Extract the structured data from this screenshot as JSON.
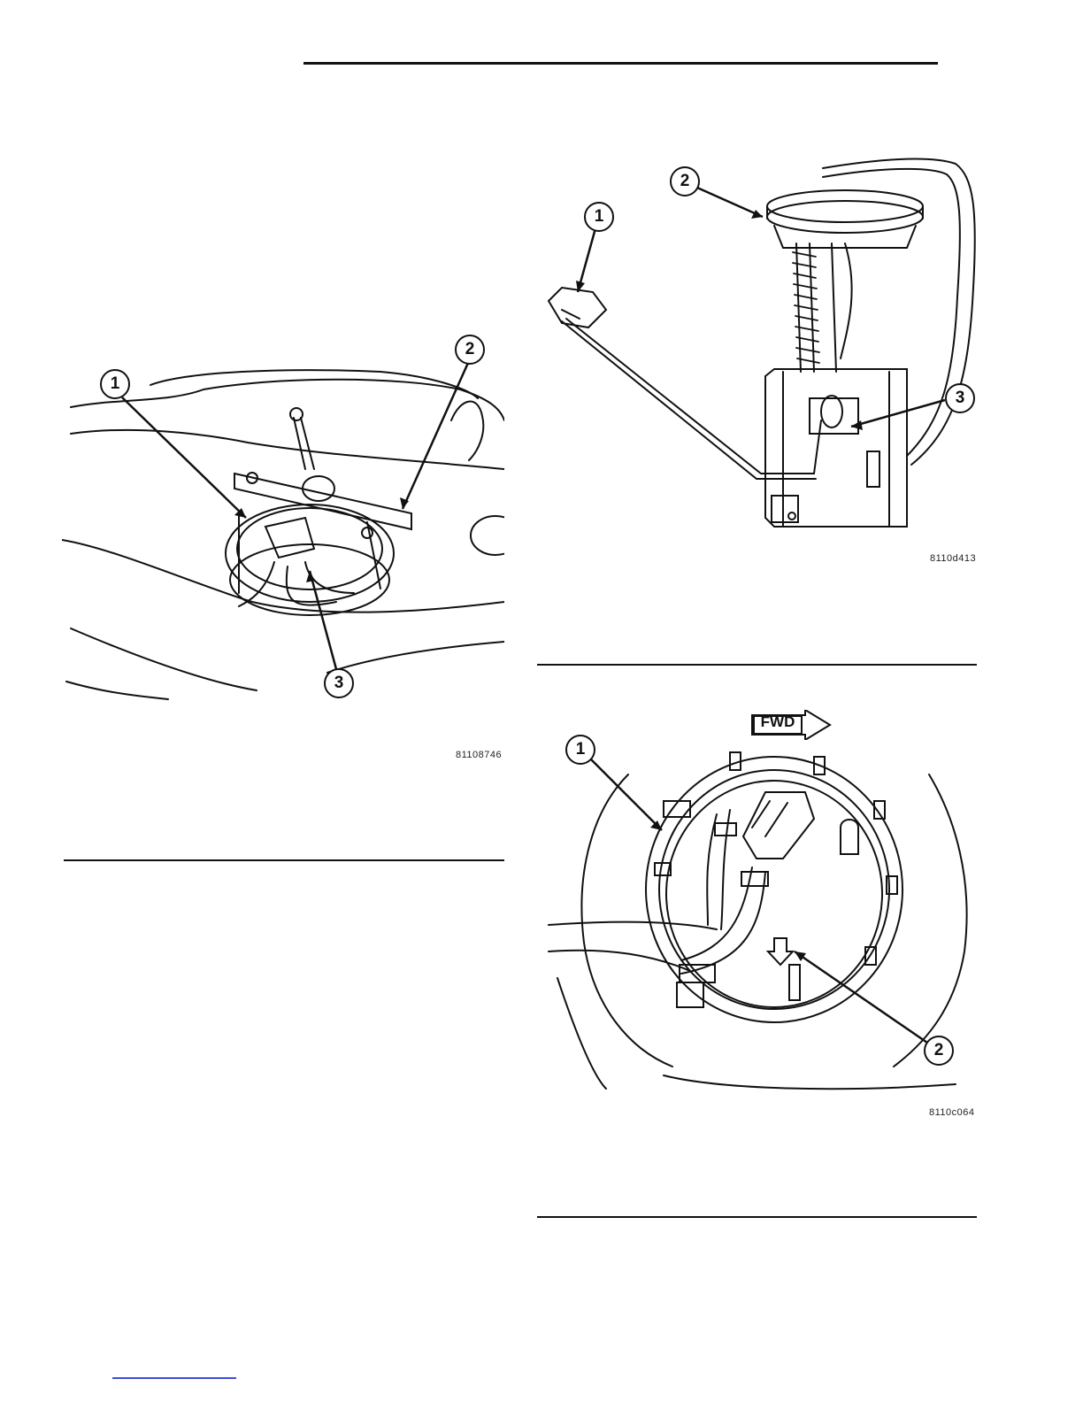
{
  "figures": {
    "fig1": {
      "id": "81108746",
      "callouts": [
        "1",
        "2",
        "3"
      ]
    },
    "fig2": {
      "id": "8110d413",
      "callouts": [
        "1",
        "2",
        "3"
      ]
    },
    "fig3": {
      "id": "8110c064",
      "callouts": [
        "1",
        "2"
      ],
      "direction_label": "FWD"
    }
  }
}
